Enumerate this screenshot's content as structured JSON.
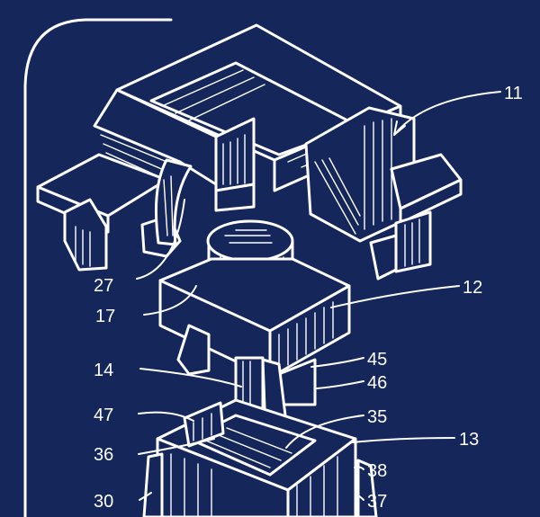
{
  "colors": {
    "background": "#14265a",
    "linework": "#ffffff"
  },
  "reference_numerals": {
    "n11": "11",
    "n12": "12",
    "n13": "13",
    "n14": "14",
    "n17": "17",
    "n27": "27",
    "n30": "30",
    "n35": "35",
    "n36": "36",
    "n37": "37",
    "n38": "38",
    "n45": "45",
    "n46": "46",
    "n47": "47"
  }
}
